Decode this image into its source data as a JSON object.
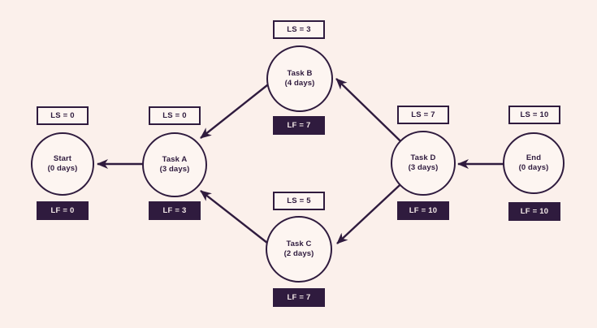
{
  "diagram": {
    "kind": "cpm-backward-pass-network",
    "colors": {
      "background": "#fbf0eb",
      "ink": "#2f1b3e",
      "node_fill": "#fdf5f1",
      "lf_box_fill": "#2f1b3e",
      "lf_box_text": "#f2e8e7"
    },
    "nodes": {
      "start": {
        "name": "Start",
        "duration": "(0 days)",
        "ls": "LS = 0",
        "lf": "LF = 0"
      },
      "task_a": {
        "name": "Task A",
        "duration": "(3 days)",
        "ls": "LS = 0",
        "lf": "LF = 3"
      },
      "task_b": {
        "name": "Task B",
        "duration": "(4 days)",
        "ls": "LS = 3",
        "lf": "LF = 7"
      },
      "task_c": {
        "name": "Task C",
        "duration": "(2 days)",
        "ls": "LS = 5",
        "lf": "LF = 7"
      },
      "task_d": {
        "name": "Task D",
        "duration": "(3 days)",
        "ls": "LS = 7",
        "lf": "LF = 10"
      },
      "end": {
        "name": "End",
        "duration": "(0 days)",
        "ls": "LS = 10",
        "lf": "LF = 10"
      }
    },
    "edges": [
      {
        "from": "task_a",
        "to": "start"
      },
      {
        "from": "task_b",
        "to": "task_a"
      },
      {
        "from": "task_c",
        "to": "task_a"
      },
      {
        "from": "task_d",
        "to": "task_b"
      },
      {
        "from": "task_d",
        "to": "task_c"
      },
      {
        "from": "end",
        "to": "task_d"
      }
    ]
  }
}
